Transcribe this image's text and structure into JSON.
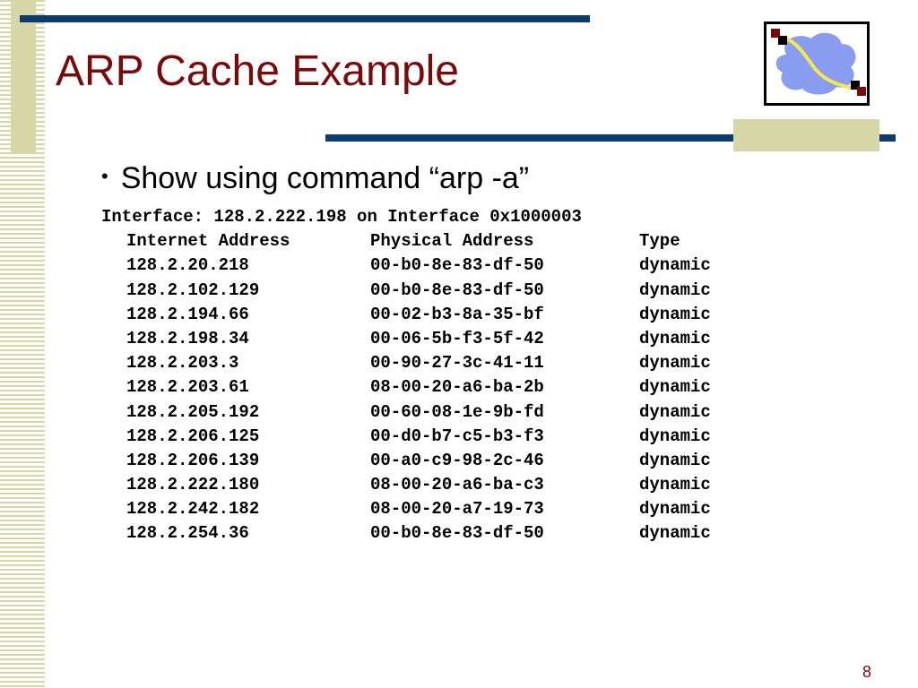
{
  "slide": {
    "title": "ARP Cache Example",
    "bullet": "Show using command “arp -a”",
    "page_number": "8"
  },
  "arp_output": {
    "interface_line": "Interface: 128.2.222.198 on Interface 0x1000003",
    "headers": [
      "Internet Address",
      "Physical Address",
      "Type"
    ],
    "rows": [
      [
        "128.2.20.218",
        "00-b0-8e-83-df-50",
        "dynamic"
      ],
      [
        "128.2.102.129",
        "00-b0-8e-83-df-50",
        "dynamic"
      ],
      [
        "128.2.194.66",
        "00-02-b3-8a-35-bf",
        "dynamic"
      ],
      [
        "128.2.198.34",
        "00-06-5b-f3-5f-42",
        "dynamic"
      ],
      [
        "128.2.203.3",
        "00-90-27-3c-41-11",
        "dynamic"
      ],
      [
        "128.2.203.61",
        "08-00-20-a6-ba-2b",
        "dynamic"
      ],
      [
        "128.2.205.192",
        "00-60-08-1e-9b-fd",
        "dynamic"
      ],
      [
        "128.2.206.125",
        "00-d0-b7-c5-b3-f3",
        "dynamic"
      ],
      [
        "128.2.206.139",
        "00-a0-c9-98-2c-46",
        "dynamic"
      ],
      [
        "128.2.222.180",
        "08-00-20-a6-ba-c3",
        "dynamic"
      ],
      [
        "128.2.242.182",
        "08-00-20-a7-19-73",
        "dynamic"
      ],
      [
        "128.2.254.36",
        "00-b0-8e-83-df-50",
        "dynamic"
      ]
    ]
  },
  "colors": {
    "title": "#7a0a0a",
    "accent_bar": "#0d3b6e",
    "stripe": "#d6d6a6",
    "cloud": "#8a9cf0",
    "link_line": "#f2e84a",
    "node": "#7a0a0a"
  },
  "icons": {
    "logo": "network-cloud-icon"
  }
}
